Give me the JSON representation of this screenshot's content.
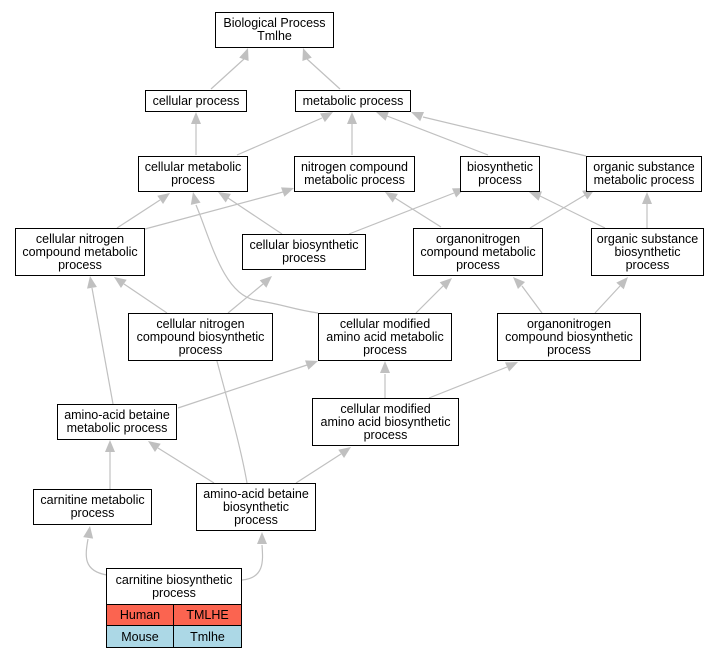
{
  "nodes": {
    "bp": [
      "Biological Process",
      "Tmlhe"
    ],
    "cp": [
      "cellular process"
    ],
    "mp": [
      "metabolic process"
    ],
    "cmp": [
      "cellular metabolic",
      "process"
    ],
    "ncmp": [
      "nitrogen compound",
      "metabolic process"
    ],
    "bsp": [
      "biosynthetic",
      "process"
    ],
    "osmp": [
      "organic substance",
      "metabolic process"
    ],
    "cncmp": [
      "cellular nitrogen",
      "compound metabolic",
      "process"
    ],
    "cbp": [
      "cellular biosynthetic",
      "process"
    ],
    "oncmp": [
      "organonitrogen",
      "compound metabolic",
      "process"
    ],
    "osbp": [
      "organic substance",
      "biosynthetic",
      "process"
    ],
    "cncbp": [
      "cellular nitrogen",
      "compound biosynthetic",
      "process"
    ],
    "cmaamp": [
      "cellular modified",
      "amino acid metabolic",
      "process"
    ],
    "oncbp": [
      "organonitrogen",
      "compound biosynthetic",
      "process"
    ],
    "aabmp": [
      "amino-acid betaine",
      "metabolic process"
    ],
    "cmaabp": [
      "cellular modified",
      "amino acid biosynthetic",
      "process"
    ],
    "carmp": [
      "carnitine metabolic",
      "process"
    ],
    "aabbp": [
      "amino-acid betaine",
      "biosynthetic",
      "process"
    ],
    "carbp": [
      "carnitine biosynthetic",
      "process"
    ]
  },
  "genes": {
    "human_label": "Human",
    "human_gene": "TMLHE",
    "mouse_label": "Mouse",
    "mouse_gene": "Tmlhe"
  },
  "colors": {
    "human": "#fb6450",
    "mouse": "#acd8e6",
    "edge": "#c0c0c0"
  }
}
